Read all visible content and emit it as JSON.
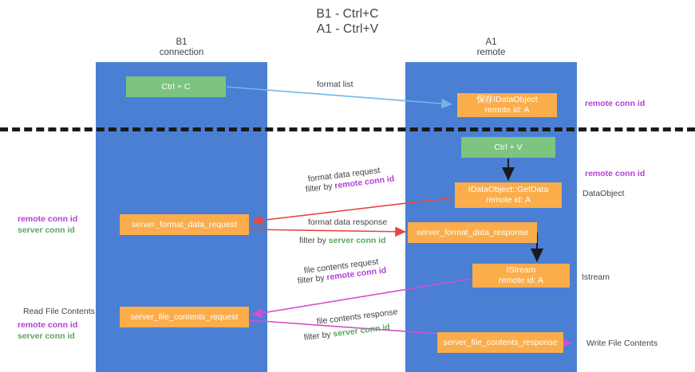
{
  "title": {
    "line1": "B1 - Ctrl+C",
    "line2": "A1 - Ctrl+V"
  },
  "lanes": [
    {
      "id": "b1",
      "name": "B1",
      "role": "connection"
    },
    {
      "id": "a1",
      "name": "A1",
      "role": "remote"
    }
  ],
  "nodes": {
    "ctrl_c": {
      "line1": "Ctrl + C",
      "line2": "",
      "color": "#7cc47f"
    },
    "save_dataobject": {
      "line1": "保存IDataObject",
      "line2": "remote id: A",
      "color": "#fbad4b"
    },
    "ctrl_v": {
      "line1": "Ctrl + V",
      "line2": "",
      "color": "#7cc47f"
    },
    "getdata": {
      "line1": "IDataObject::GetData",
      "line2": "remote id: A",
      "color": "#fbad4b"
    },
    "format_data_request": {
      "line1": "server_format_data_request",
      "line2": "",
      "color": "#fbad4b"
    },
    "format_data_response": {
      "line1": "server_format_data_response",
      "line2": "",
      "color": "#fbad4b"
    },
    "istream": {
      "line1": "IStream",
      "line2": "remote id: A",
      "color": "#fbad4b"
    },
    "file_contents_request": {
      "line1": "server_file_contents_request",
      "line2": "",
      "color": "#fbad4b"
    },
    "file_contents_response": {
      "line1": "server_file_contents_response",
      "line2": "",
      "color": "#fbad4b"
    }
  },
  "edges": {
    "format_list": "format list",
    "format_data_request": "format data request",
    "format_data_request_filter_prefix": "filter by ",
    "format_data_request_filter_key": "remote conn id",
    "format_data_response": "format data response",
    "format_data_response_filter_prefix": "filter by ",
    "format_data_response_filter_key": "server conn id",
    "file_contents_request": "file contents request",
    "file_contents_request_filter_prefix": "filter by ",
    "file_contents_request_filter_key": "remote conn id",
    "file_contents_response": "file contents response",
    "file_contents_response_filter_prefix": "filter by ",
    "file_contents_response_filter_key": "server conn id"
  },
  "annotations": {
    "right_remote_conn_id_top": "remote conn id",
    "right_remote_conn_id_mid": "remote conn id",
    "right_dataobject": "DataObject",
    "right_istream": "Istream",
    "right_write_file_contents": "Write File Contents",
    "left_remote_conn_id_mid": "remote conn id",
    "left_server_conn_id_mid": "server conn id",
    "left_read_file_contents": "Read File Contents",
    "left_remote_conn_id_bottom": "remote conn id",
    "left_server_conn_id_bottom": "server conn id"
  },
  "colors": {
    "lane": "#4a7fd4",
    "green": "#7cc47f",
    "orange": "#fbad4b",
    "remote_key": "#b23fd6",
    "server_key": "#5aa75f",
    "arrow_blue": "#6fb7e8",
    "arrow_red": "#e8473f",
    "arrow_magenta": "#d24fd2",
    "arrow_black": "#1a1a1a",
    "text": "#434343"
  }
}
